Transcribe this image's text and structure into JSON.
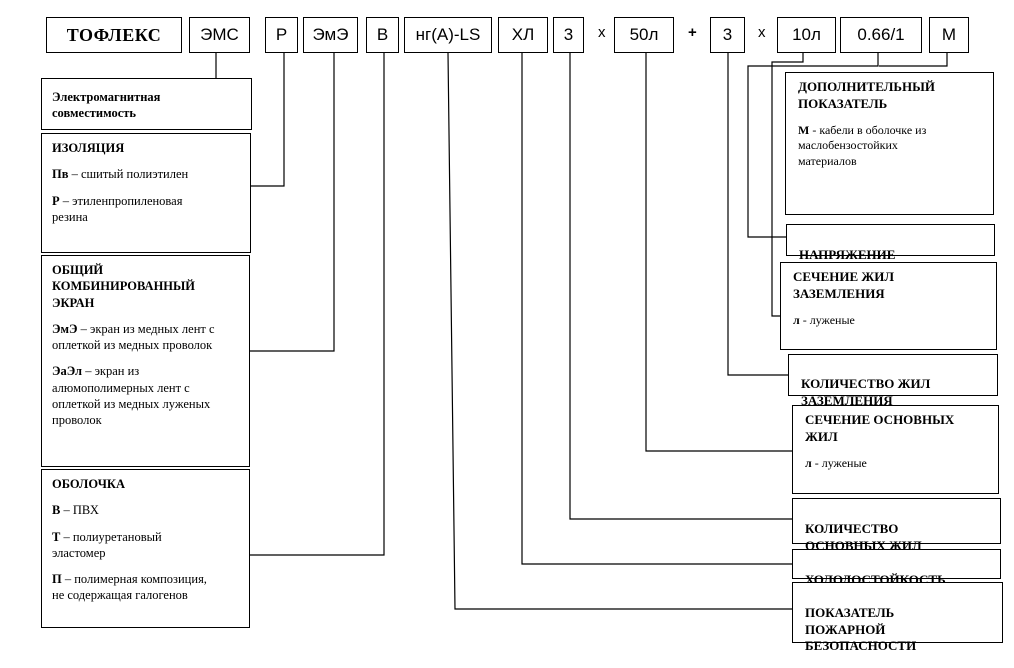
{
  "designation": {
    "brand": "ТОФЛЕКС",
    "emc": "ЭМС",
    "insulation": "Р",
    "screen": "ЭмЭ",
    "sheath": "В",
    "fire": "нг(А)-LS",
    "cold": "ХЛ",
    "main_count": "3",
    "times1": "x",
    "main_section": "50л",
    "plus": "+",
    "earth_count": "3",
    "times2": "x",
    "earth_section": "10л",
    "voltage": "0.66/1",
    "extra": "М"
  },
  "left": {
    "emc": {
      "title": "Электромагнитная\nсовместимость"
    },
    "insulation": {
      "title": "ИЗОЛЯЦИЯ",
      "items": [
        {
          "code": "Пв",
          "text": " – сшитый полиэтилен"
        },
        {
          "code": "Р",
          "text": " – этиленпропиленовая\nрезина"
        }
      ]
    },
    "screen": {
      "title": "ОБЩИЙ\nКОМБИНИРОВАННЫЙ\nЭКРАН",
      "items": [
        {
          "code": "ЭмЭ",
          "text": " – экран из медных лент с\nоплеткой из медных проволок"
        },
        {
          "code": "ЭаЭл",
          "text": " – экран из\nалюмополимерных лент с\nоплеткой из медных луженых\nпроволок"
        }
      ]
    },
    "sheath": {
      "title": "ОБОЛОЧКА",
      "items": [
        {
          "code": "В",
          "text": " – ПВХ"
        },
        {
          "code": "Т",
          "text": " – полиуретановый\nэластомер"
        },
        {
          "code": "П",
          "text": " – полимерная композиция,\nне содержащая галогенов"
        }
      ]
    }
  },
  "right": {
    "extra": {
      "title": "ДОПОЛНИТЕЛЬНЫЙ\nПОКАЗАТЕЛЬ",
      "code": "М",
      "text": " - кабели в оболочке из\nмаслобензостойких\nматериалов"
    },
    "voltage": {
      "title": "НАПРЯЖЕНИЕ"
    },
    "earth_section": {
      "title": "СЕЧЕНИЕ ЖИЛ\nЗАЗЕМЛЕНИЯ",
      "code": "л",
      "text": " - луженые"
    },
    "earth_count": {
      "title": "КОЛИЧЕСТВО ЖИЛ\nЗАЗЕМЛЕНИЯ"
    },
    "main_section": {
      "title": "СЕЧЕНИЕ ОСНОВНЫХ\nЖИЛ",
      "code": "л",
      "text": " - луженые"
    },
    "main_count": {
      "title": "КОЛИЧЕСТВО\nОСНОВНЫХ ЖИЛ"
    },
    "cold": {
      "title": "ХОЛОДОСТОЙКОСТЬ"
    },
    "fire": {
      "title": "ПОКАЗАТЕЛЬ\nПОЖАРНОЙ\nБЕЗОПАСНОСТИ"
    }
  }
}
